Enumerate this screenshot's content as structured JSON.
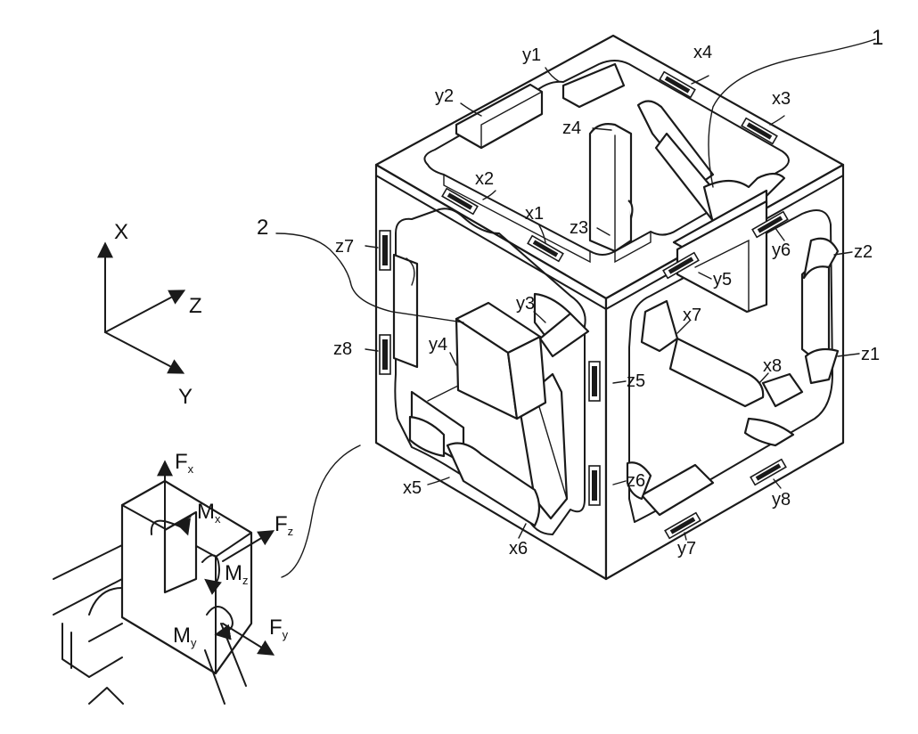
{
  "colors": {
    "line": "#1a1a1a",
    "background": "#ffffff",
    "gauge_fill": "#1a1a1a"
  },
  "callouts": {
    "one": "1",
    "two": "2"
  },
  "axes": {
    "x": "X",
    "y": "Y",
    "z": "Z"
  },
  "gauges": {
    "x1": "x1",
    "x2": "x2",
    "x3": "x3",
    "x4": "x4",
    "x5": "x5",
    "x6": "x6",
    "x7": "x7",
    "x8": "x8",
    "y1": "y1",
    "y2": "y2",
    "y3": "y3",
    "y4": "y4",
    "y5": "y5",
    "y6": "y6",
    "y7": "y7",
    "y8": "y8",
    "z1": "z1",
    "z2": "z2",
    "z3": "z3",
    "z4": "z4",
    "z5": "z5",
    "z6": "z6",
    "z7": "z7",
    "z8": "z8"
  },
  "loads": {
    "fx": {
      "main": "F",
      "sub": "x"
    },
    "fy": {
      "main": "F",
      "sub": "y"
    },
    "fz": {
      "main": "F",
      "sub": "z"
    },
    "mx": {
      "main": "M",
      "sub": "x"
    },
    "my": {
      "main": "M",
      "sub": "y"
    },
    "mz": {
      "main": "M",
      "sub": "z"
    }
  }
}
